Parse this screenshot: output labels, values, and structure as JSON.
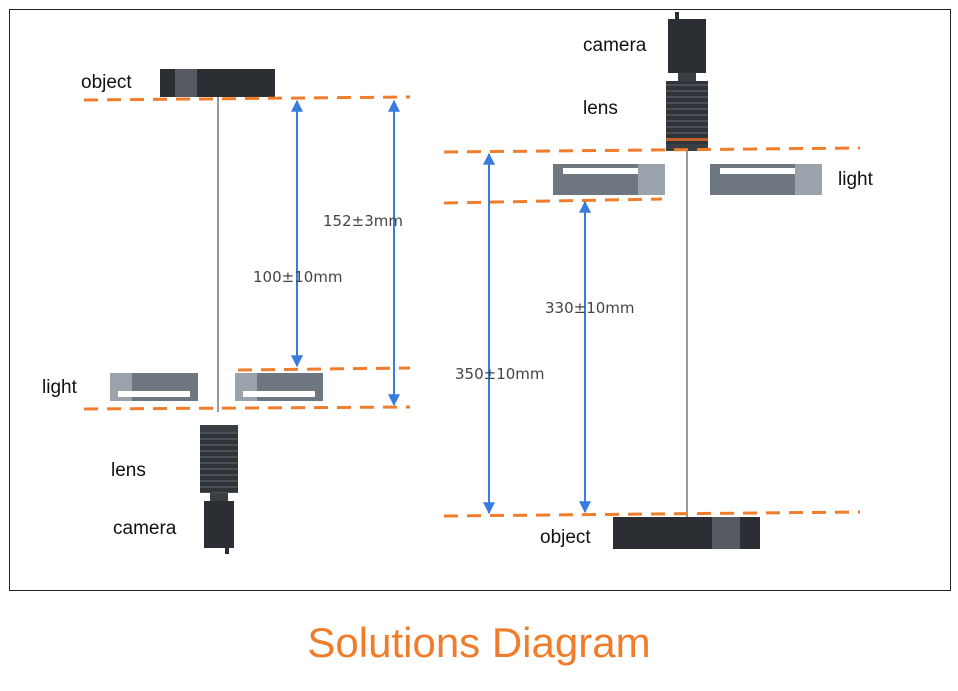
{
  "caption": "Solutions Diagram",
  "left_setup": {
    "object_label": "object",
    "light_label": "light",
    "lens_label": "lens",
    "camera_label": "camera",
    "dim_lens_to_object": "100±10mm",
    "dim_light_to_object": "152±3mm"
  },
  "right_setup": {
    "camera_label": "camera",
    "lens_label": "lens",
    "light_label": "light",
    "object_label": "object",
    "dim_light_to_object": "330±10mm",
    "dim_lens_to_object": "350±10mm"
  },
  "colors": {
    "guide_line": "#f07d2c",
    "dimension_arrow": "#3a7be0",
    "caption": "#f07d2c",
    "device_dark": "#2b2f33",
    "light_body": "#6e7780"
  }
}
